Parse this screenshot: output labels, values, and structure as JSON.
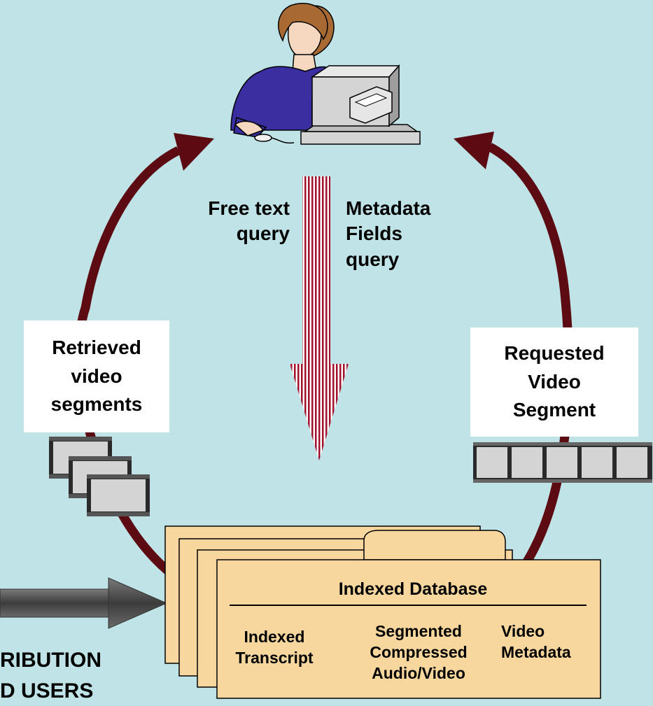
{
  "diagram": {
    "query_labels": {
      "free_text": "Free text\nquery",
      "metadata": "Metadata\nFields\nquery"
    },
    "retrieved_label": "Retrieved\nvideo\nsegments",
    "requested_label": "Requested\nVideo\nSegment",
    "database": {
      "title": "Indexed Database",
      "col1": "Indexed\nTranscript",
      "col2": "Segmented\nCompressed\nAudio/Video",
      "col3": "Video\nMetadata"
    },
    "distribution_label": "RIBUTION\nD USERS"
  },
  "colors": {
    "background": "#bfe3e6",
    "arrow": "#5c0b12",
    "folder": "#f7d79e",
    "person_shirt": "#3a2ea0",
    "hair": "#a86a32",
    "skin": "#f6d8c0",
    "computer": "#d4d4d4",
    "film_frame": "#d4d4d4",
    "query_arrow": "#a0102a",
    "gray_arrow": "#555555"
  }
}
